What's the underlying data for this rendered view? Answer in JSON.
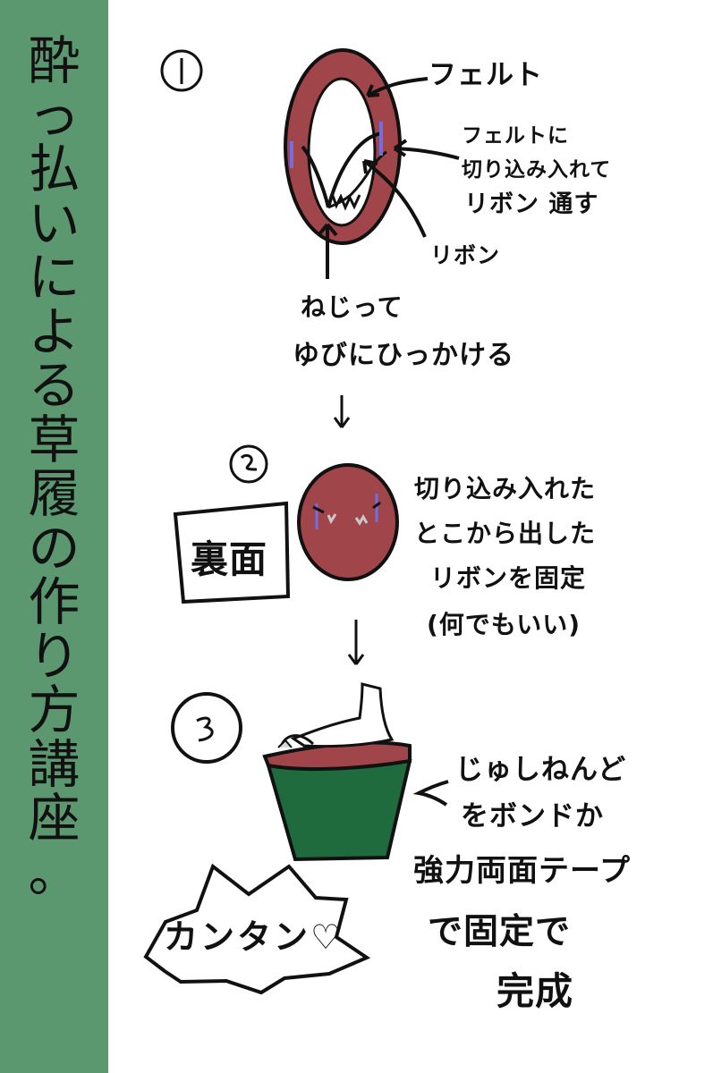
{
  "title": "酔っ払いによる草履の作り方講座。",
  "colors": {
    "sidebar": "#5b9870",
    "felt": "#a0464a",
    "ribbon": "#e3e5e6",
    "ribbon_slit": "#6f6ee8",
    "bucket": "#1f6b3d",
    "ink": "#111111"
  },
  "step1": {
    "number": "①",
    "felt_label": "フェルト",
    "slit_note": [
      "フェルトに",
      "切り込み入れて",
      "リボン 通す"
    ],
    "ribbon_label": "リボン",
    "twist_note": [
      "ねじって",
      "ゆびにひっかける"
    ]
  },
  "step2": {
    "number": "②",
    "back_label": "裏面",
    "note": [
      "切り込み入れた",
      "とこから出した",
      "リボンを固定",
      "(何でもいい)"
    ]
  },
  "step3": {
    "number": "③",
    "note": [
      "じゅしねんど",
      "をボンドか",
      "強力両面テープ",
      "で固定で",
      "完成"
    ],
    "burst_label": "カンタン♡"
  }
}
